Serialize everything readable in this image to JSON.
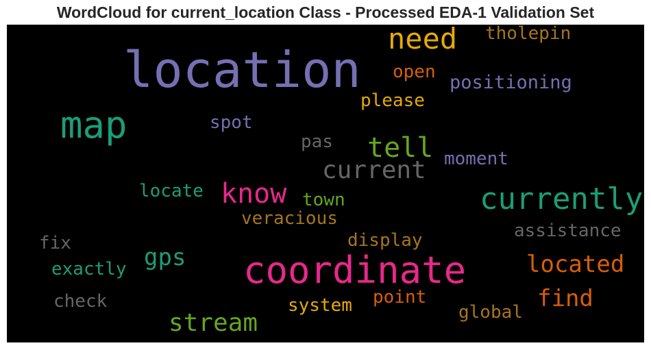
{
  "chart": {
    "title": "WordCloud for current_location Class - Processed EDA-1 Validation Set"
  },
  "chart_data": {
    "type": "wordcloud",
    "title": "WordCloud for current_location Class - Processed EDA-1 Validation Set",
    "background": "#000000",
    "words": [
      {
        "text": "location",
        "color": "#7570b3"
      },
      {
        "text": "coordinate",
        "color": "#e7298a"
      },
      {
        "text": "map",
        "color": "#1b9e77"
      },
      {
        "text": "currently",
        "color": "#1b9e77"
      },
      {
        "text": "need",
        "color": "#e6ab02"
      },
      {
        "text": "tell",
        "color": "#66a61e"
      },
      {
        "text": "know",
        "color": "#e7298a"
      },
      {
        "text": "current",
        "color": "#666666"
      },
      {
        "text": "stream",
        "color": "#66a61e"
      },
      {
        "text": "located",
        "color": "#d95f02"
      },
      {
        "text": "find",
        "color": "#d95f02"
      },
      {
        "text": "gps",
        "color": "#1b9e77"
      },
      {
        "text": "positioning",
        "color": "#7570b3"
      },
      {
        "text": "tholepin",
        "color": "#a6761d"
      },
      {
        "text": "open",
        "color": "#d95f02"
      },
      {
        "text": "please",
        "color": "#e6ab02"
      },
      {
        "text": "spot",
        "color": "#7570b3"
      },
      {
        "text": "pas",
        "color": "#666666"
      },
      {
        "text": "moment",
        "color": "#7570b3"
      },
      {
        "text": "locate",
        "color": "#1b9e77"
      },
      {
        "text": "town",
        "color": "#66a61e"
      },
      {
        "text": "veracious",
        "color": "#a6761d"
      },
      {
        "text": "assistance",
        "color": "#666666"
      },
      {
        "text": "fix",
        "color": "#666666"
      },
      {
        "text": "display",
        "color": "#a6761d"
      },
      {
        "text": "exactly",
        "color": "#1b9e77"
      },
      {
        "text": "check",
        "color": "#666666"
      },
      {
        "text": "system",
        "color": "#e6ab02"
      },
      {
        "text": "point",
        "color": "#d95f02"
      },
      {
        "text": "global",
        "color": "#a6761d"
      }
    ]
  }
}
